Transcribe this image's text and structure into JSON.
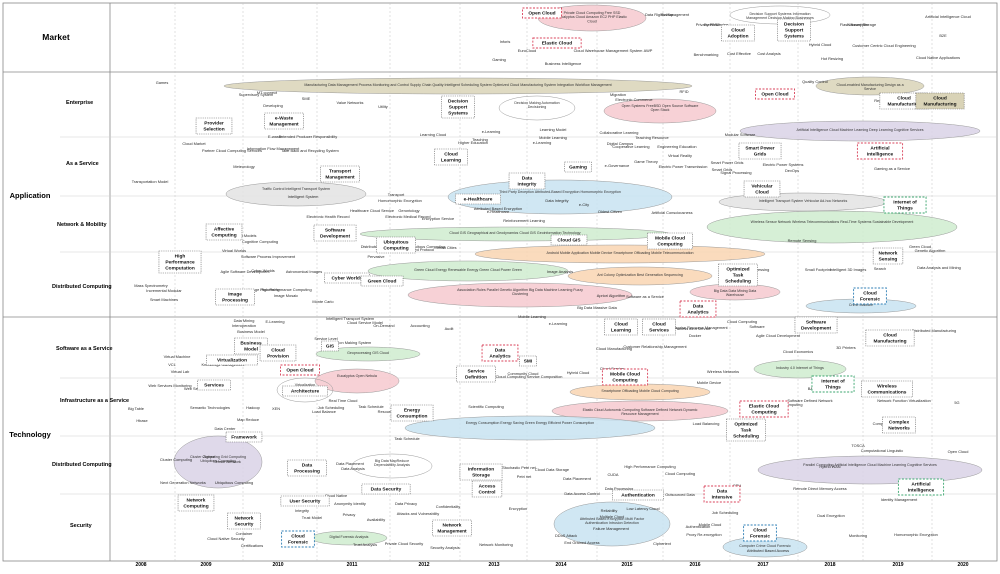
{
  "rows": {
    "market": "Market",
    "application": "Application",
    "technology": "Technology"
  },
  "subrows": {
    "enterprise": "Enterprise",
    "service": "As a Service",
    "network": "Network & Mobility",
    "distributed_app": "Distributed Computing",
    "saas": "Software as a Service",
    "iaas": "Infrastructure as a Service",
    "distributed_tech": "Distributed Computing",
    "security": "Security"
  },
  "years": [
    "2008",
    "2009",
    "2010",
    "2011",
    "2012",
    "2013",
    "2014",
    "2015",
    "2016",
    "2017",
    "2018",
    "2019",
    "2020"
  ],
  "colors": {
    "pink": "#f6c9cf",
    "blue": "#c8e3f1",
    "green": "#cfeccf",
    "olive": "#d9d3b7",
    "lavender": "#d9d2e6",
    "orange": "#f9d5b2",
    "gray": "#e3e3e3",
    "yellow": "#f3f0c4",
    "red_dash": "#d9425a",
    "green_dash": "#3aa66e",
    "blue_dash": "#2f7fb5",
    "label_box": "#666666"
  },
  "topics": [
    {
      "t": "Open Cloud",
      "box": "red"
    },
    {
      "t": "Cloud Adoption",
      "box": "gray"
    },
    {
      "t": "Decision Support Systems",
      "box": "gray"
    },
    {
      "t": "Elastic Cloud",
      "box": "red"
    },
    {
      "t": "Cloud Manufacturing",
      "box": "gray"
    },
    {
      "t": "Open Cloud",
      "box": "red"
    },
    {
      "t": "Cloud Manufacturing",
      "box": "olive"
    },
    {
      "t": "Provider Selection",
      "box": "gray"
    },
    {
      "t": "e-Waste Management",
      "box": "gray"
    },
    {
      "t": "Decision Support Systems",
      "box": "gray"
    },
    {
      "t": "Cloud Learning",
      "box": "gray"
    },
    {
      "t": "Gaming",
      "box": "gray"
    },
    {
      "t": "Smart Power Grids",
      "box": "gray"
    },
    {
      "t": "Artificial Intelligence",
      "box": "red"
    },
    {
      "t": "Transport Management",
      "box": "gray"
    },
    {
      "t": "Data Integrity",
      "box": "gray"
    },
    {
      "t": "e-Healthcare",
      "box": "gray"
    },
    {
      "t": "Vehicular Cloud",
      "box": "gray"
    },
    {
      "t": "Internet of Things",
      "box": "green"
    },
    {
      "t": "Affective Computing",
      "box": "gray"
    },
    {
      "t": "Software Development",
      "box": "gray"
    },
    {
      "t": "Ubiquitous Computing",
      "box": "gray"
    },
    {
      "t": "Cloud GIS",
      "box": "gray"
    },
    {
      "t": "Mobile Cloud Computing",
      "box": "gray"
    },
    {
      "t": "High Performance Computation",
      "box": "gray"
    },
    {
      "t": "Network Sensing",
      "box": "gray"
    },
    {
      "t": "Cyber Worlds",
      "box": "gray"
    },
    {
      "t": "Green Cloud",
      "box": "gray"
    },
    {
      "t": "Optimized Task Scheduling",
      "box": "gray"
    },
    {
      "t": "Image Processing",
      "box": "gray"
    },
    {
      "t": "Cloud Forensic",
      "box": "blue"
    },
    {
      "t": "Data Analytics",
      "box": "red"
    },
    {
      "t": "Business Model",
      "box": "gray"
    },
    {
      "t": "Virtualization",
      "box": "gray"
    },
    {
      "t": "Cloud Provision",
      "box": "gray"
    },
    {
      "t": "GIS",
      "box": "gray"
    },
    {
      "t": "Data Analytics",
      "box": "red"
    },
    {
      "t": "Cloud Learning",
      "box": "gray"
    },
    {
      "t": "Cloud Services",
      "box": "gray"
    },
    {
      "t": "Software Development",
      "box": "gray"
    },
    {
      "t": "Cloud Manufacturing",
      "box": "gray"
    },
    {
      "t": "Open Cloud",
      "box": "red"
    },
    {
      "t": "Services",
      "box": "gray"
    },
    {
      "t": "Service Definition",
      "box": "gray"
    },
    {
      "t": "Mobile Cloud Computing",
      "box": "red"
    },
    {
      "t": "SMI",
      "box": "gray"
    },
    {
      "t": "Internet of Things",
      "box": "green"
    },
    {
      "t": "Wireless Communications",
      "box": "gray"
    },
    {
      "t": "Architecture",
      "box": "gray"
    },
    {
      "t": "Energy Consumption",
      "box": "gray"
    },
    {
      "t": "Elastic Cloud Computing",
      "box": "red"
    },
    {
      "t": "Complex Networks",
      "box": "gray"
    },
    {
      "t": "Framework",
      "box": "gray"
    },
    {
      "t": "Optimized Task Scheduling",
      "box": "gray"
    },
    {
      "t": "Data Processing",
      "box": "gray"
    },
    {
      "t": "Information Storage",
      "box": "gray"
    },
    {
      "t": "Access Control",
      "box": "gray"
    },
    {
      "t": "Authentication",
      "box": "gray"
    },
    {
      "t": "Data Intensive",
      "box": "red"
    },
    {
      "t": "Artificial Intelligence",
      "box": "green"
    },
    {
      "t": "Network Computing",
      "box": "gray"
    },
    {
      "t": "Data Security",
      "box": "gray"
    },
    {
      "t": "User Security",
      "box": "gray"
    },
    {
      "t": "Network Security",
      "box": "gray"
    },
    {
      "t": "Cloud Forensic",
      "box": "blue"
    },
    {
      "t": "Network Management",
      "box": "gray"
    },
    {
      "t": "Cloud Forensic",
      "box": "blue"
    }
  ],
  "ovals": [
    {
      "t": "Private Cloud Computing Free SSD Eucalyptus Cloud Amazon EC2 PHP Elastic Cloud",
      "fill": "pink"
    },
    {
      "t": "Decision Support Systems Information Management Decision Making Businesses",
      "fill": "none"
    },
    {
      "t": "Manufacturing Data Management Process Monitoring and Control Supply Chain Quality Intelligent Scheduling System Optimized Cloud Manufacturing System Integration Workflow Management",
      "fill": "olive"
    },
    {
      "t": "Cloud-enabled Manufacturing Design as a Service",
      "fill": "olive"
    },
    {
      "t": "Open Systems FreeBSD Open Source Software Open Stack",
      "fill": "pink"
    },
    {
      "t": "Decision Making Automation Decisioning",
      "fill": "none"
    },
    {
      "t": "Artificial Intelligence Cloud Machine Learning Deep Learning Cognitive Services",
      "fill": "lavender"
    },
    {
      "t": "Traffic Control Intelligent Transport System",
      "fill": "gray"
    },
    {
      "t": "Third Party Deception Attributed-Based Encryption Homomorphic Encryption",
      "fill": "blue"
    },
    {
      "t": "Intelligent Transport System Vehicular Ad-hoc Networks",
      "fill": "gray"
    },
    {
      "t": "Wireless Sensor Network Wireless Telecommunications Real-Time Systems Sustainable Development",
      "fill": "green"
    },
    {
      "t": "Cloud GIS Geographical and Geodynamics Cloud GIS Geoinformation Technology",
      "fill": "green"
    },
    {
      "t": "Android Mobile Application Mobile Device Smartphone Offloading Mobile Telecommunication",
      "fill": "orange"
    },
    {
      "t": "Green Cloud Energy Renewable Energy Green Cloud Power Green",
      "fill": "green"
    },
    {
      "t": "Ant Colony Optimization Best Generation Sequencing",
      "fill": "orange"
    },
    {
      "t": "Association Rules Parallel Genetic Algorithm Big Data Machine Learning Fuzzy Clustering",
      "fill": "pink"
    },
    {
      "t": "Crime Malware",
      "fill": "blue"
    },
    {
      "t": "Big Data Data Mining Data Warehouse",
      "fill": "pink"
    },
    {
      "t": "Geoprocessing GIS Cloud",
      "fill": "green"
    },
    {
      "t": "Eucalyptus Open Nebula",
      "fill": "pink"
    },
    {
      "t": "Virtualization",
      "fill": "none"
    },
    {
      "t": "Industry 4.0 Internet of Things",
      "fill": "green"
    },
    {
      "t": "Smartphone Offloading Mobile Cloud Computing",
      "fill": "orange"
    },
    {
      "t": "Elastic Cloud Autonomic Computing Software Defined Network Dynamic Resource Management",
      "fill": "pink"
    },
    {
      "t": "Energy Consumption Energy Saving Green Energy Efficient Power Consumption",
      "fill": "blue"
    },
    {
      "t": "Parallel Computing Artificial Intelligence Cloud Machine Learning Cognitive Services",
      "fill": "lavender"
    },
    {
      "t": "Cluster Computing Grid Computing Ubiquitous Computing",
      "fill": "lavender"
    },
    {
      "t": "Big Data MapReduce Dependability Analysis",
      "fill": "none"
    },
    {
      "t": "Attributed Based Encryption Multi Factor Authentication Intrusion Detection",
      "fill": "blue"
    },
    {
      "t": "Computer Crime Cloud Forensic",
      "fill": "blue"
    },
    {
      "t": "Digital Forensic Analysis",
      "fill": "green"
    }
  ],
  "terms": [
    "Startup",
    "FreeBSD",
    "Flash Based Storage",
    "Artificial Intelligence Cloud",
    "Cloud Warehouse Management System",
    "Inforis",
    "Business Intelligence",
    "Gaming",
    "EuroCloud",
    "AWP",
    "Benchmarking",
    "Cost Effective",
    "Cost Analysis",
    "Hybrid Cloud",
    "Customer Centric Cloud Engineering",
    "Hot Resizing",
    "Cloud Native Applications",
    "B2E",
    "Games",
    "MT connect",
    "Supervisory System",
    "Developing",
    "SME",
    "Value Networks",
    "Utility",
    "Migration",
    "Electronic Commerce",
    "RFID",
    "Quality Control",
    "Regional Planning",
    "Cloud Manufacturing",
    "Cloud Market",
    "Partner Cloud Computing Services",
    "E-waste",
    "Information Flow Management",
    "Extended Producer Responsibility",
    "Take Back and Recycling System",
    "Learning Cloud",
    "Teaching",
    "Higher Education",
    "e-Learning",
    "Learning Model",
    "Mobile Learning",
    "e-Learning",
    "Collaborative Learning",
    "Teaching Resource",
    "Digital Campus",
    "Cooperative Learning",
    "Engineering Education",
    "Virtual Reality",
    "Electric Power Transmission",
    "Smart Power Grids",
    "Smart Grids",
    "Signal Processing",
    "Electric Power Systems",
    "DevOps",
    "Modular Software",
    "Gaming as a Service",
    "Game Theory",
    "e-Governance",
    "Meteorology",
    "Transportation Model",
    "Intelligent System",
    "Transport",
    "Homomorphic Encryption",
    "Data Integrity",
    "Attributed Based Encryption",
    "e-City",
    "Electronic Health Record",
    "Healthcare Cloud Service",
    "Gerontology",
    "Electronic Medical Record",
    "Encryption Service",
    "e-Healthcare",
    "Oldest Citizen",
    "Artificial Consciousness",
    "Reinforcement Learning",
    "Emotional Models",
    "Cognitive Computing",
    "Virtual Worlds",
    "Software Process Improvement",
    "Agile Software Development",
    "Distributed",
    "Pervasive",
    "Ubiquitous Computing",
    "Standardized Protocol",
    "Smart Cities",
    "Green Cloud",
    "Genetic Algorithm",
    "Remote Sensing",
    "Image Analysis",
    "Rapid Processing",
    "Small Footprint",
    "Intelligent 3D Images",
    "Search",
    "Data Analysis and Mining",
    "Mass Spectrometry",
    "Smart Machines",
    "Incremental Modular",
    "Cyber Worlds",
    "Astronomical Images",
    "Image Processing",
    "Image Mosaic",
    "High Performance Computing",
    "Monte Carlo",
    "Apriori Algorithm",
    "Big Data Massive Data",
    "Software as a Service",
    "Cloud Computing",
    "Business Model",
    "E-Learning",
    "Interoperation",
    "Data Mining",
    "Intelligent Transport System",
    "Cloud Service Model",
    "On-Demand",
    "Service Level",
    "Decision Making System",
    "Accounting",
    "Audit",
    "Mobile Learning",
    "e-Learning",
    "Enterprise Resource Management",
    "Business Process as a Service",
    "Docker",
    "Software",
    "Agile Cloud Development",
    "Cloud Economics",
    "3D Printers",
    "Distributed Manufacturing",
    "Cloud Manufacturing",
    "Customer Relationship Management",
    "Knowledge Management",
    "Virtual Machine",
    "VCL",
    "Virtual Lab",
    "Web Services Monitoring",
    "Web Services",
    "Community Cloud",
    "Cloud Computing Service Composition",
    "Hybrid Cloud",
    "Spatial Data",
    "Cloud Service",
    "Mobile Device",
    "Wireless Networks",
    "BASS",
    "Software Defined Network",
    "Network Function Virtualization",
    "5G",
    "Semantic Technologies",
    "Hadoop",
    "Big Table",
    "Hbase",
    "Map Reduce",
    "Data Center",
    "Job Scheduling",
    "XEN",
    "Load Balance",
    "Real Time Cloud",
    "Task Schedule",
    "Resource",
    "Scientific Computing",
    "Task Schedule",
    "Load Balancing",
    "Complex Networks",
    "Edge Computing",
    "Cluster Computing",
    "Zigbee",
    "Sensor Network",
    "Next Generation Networks",
    "Ubiquitous Computing",
    "Data Placement",
    "Data Analysis",
    "Stochastic Petri net",
    "Petri net",
    "Cloud Data Storage",
    "CUDA",
    "Data Placement",
    "High Performance Computing",
    "Data Processing",
    "Cloud Computing",
    "GPU",
    "Remote Direct Memory Access",
    "Hybrid WAN",
    "Computational Linguistic",
    "TOSCA",
    "Open Cloud",
    "Cloud Native",
    "Integrity",
    "Trust Model",
    "Anonymity Identity",
    "Privacy",
    "Availability",
    "Data Privacy",
    "Attacks and Vulnerability",
    "Confidentiality",
    "Integrity",
    "Encryption",
    "Data Access Control",
    "Outsourced Data",
    "Low Latency Cloud",
    "Job Scheduling",
    "Mobile Cloud",
    "Dual Encryption",
    "Identity Management",
    "Homomorphic Encryption",
    "Monitoring",
    "Container",
    "Cloud Native Security",
    "Certifications",
    "Trust Analysis",
    "Private Cloud Security",
    "Security Analysis",
    "Network Monitoring",
    "Failure Management",
    "Reliability",
    "Multiple Cloud",
    "Authentication",
    "Proxy Re-encryption",
    "Ciphertext",
    "End Grained Access",
    "DDoS Attack",
    "Attributed Based Access",
    "Data Rights Management",
    "Privacy Preserving",
    "Nanocrypter"
  ]
}
